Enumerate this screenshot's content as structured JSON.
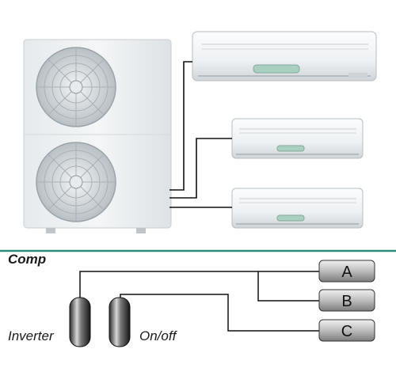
{
  "section_title": "Comp",
  "compressors": [
    {
      "label": "Inverter"
    },
    {
      "label": "On/off"
    }
  ],
  "indoor_zones": [
    "A",
    "B",
    "C"
  ],
  "colors": {
    "divider": "#2e8b7a",
    "pipe": "#111111",
    "unit_body": "#eef1f3",
    "display_panel": "#a8cfc0"
  }
}
